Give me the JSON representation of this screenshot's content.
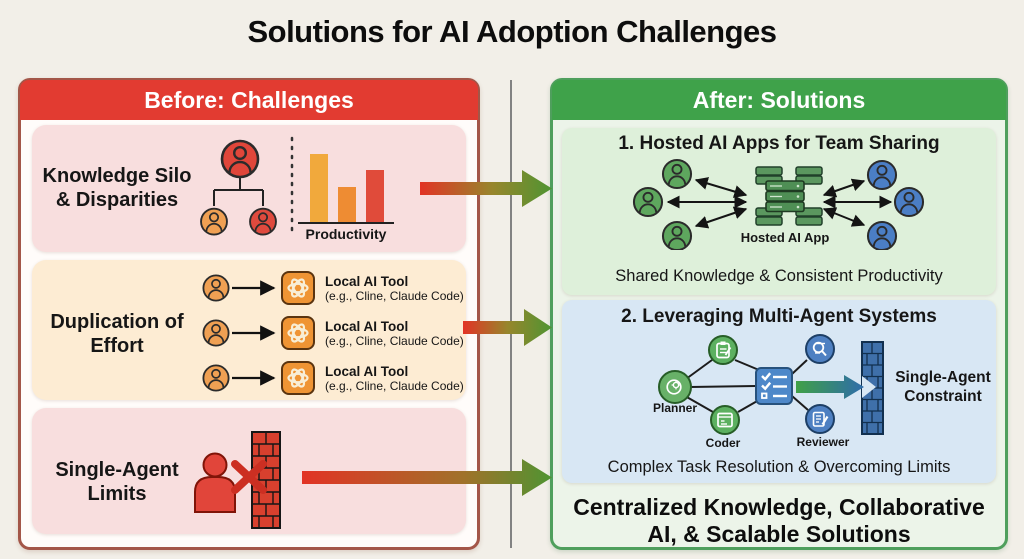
{
  "title": "Solutions for AI Adoption Challenges",
  "before": {
    "header": "Before: Challenges",
    "knowledge_silo": {
      "label_line1": "Knowledge Silo",
      "label_line2": "& Disparities",
      "chart_caption": "Productivity",
      "bar_heights_pct": [
        95,
        50,
        72
      ]
    },
    "duplication": {
      "label_line1": "Duplication of",
      "label_line2": "Effort",
      "rows": [
        {
          "tool": "Local AI Tool",
          "example": "(e.g., Cline, Claude Code)"
        },
        {
          "tool": "Local AI Tool",
          "example": "(e.g., Cline, Claude Code)"
        },
        {
          "tool": "Local AI Tool",
          "example": "(e.g., Cline, Claude Code)"
        }
      ]
    },
    "single_agent": {
      "label_line1": "Single-Agent",
      "label_line2": "Limits"
    }
  },
  "after": {
    "header": "After: Solutions",
    "hosted": {
      "title": "1. Hosted AI Apps for Team Sharing",
      "hub_label": "Hosted AI App",
      "caption": "Shared Knowledge & Consistent Productivity"
    },
    "multi_agent": {
      "title": "2. Leveraging Multi-Agent Systems",
      "planner": "Planner",
      "coder": "Coder",
      "reviewer": "Reviewer",
      "constraint_line1": "Single-Agent",
      "constraint_line2": "Constraint",
      "caption": "Complex Task Resolution & Overcoming Limits"
    },
    "footer_line1": "Centralized Knowledge, Collaborative",
    "footer_line2": "AI, & Scalable Solutions"
  },
  "icons": {
    "user-avatar-icon": "person in filled circle",
    "org-tree-icon": "one manager linked to two users",
    "bar-chart-icon": "three bars, descending productivity",
    "ai-tool-icon": "knot glyph in orange rounded square",
    "arrow-right-icon": "black arrow",
    "blocked-x-icon": "red cross",
    "brick-wall-red-icon": "red brick wall",
    "server-cluster-icon": "green server stack hub",
    "double-arrow-icon": "two-headed black arrow",
    "checklist-card-icon": "blue card with white checklist",
    "planner-icon": "head with gear",
    "clipboard-icon": "clipboard with pencil",
    "code-window-icon": "code editor window",
    "doc-search-icon": "document with magnifier",
    "doc-edit-icon": "document with pencil",
    "brick-wall-blue-icon": "blue brick wall with crack",
    "transform-arrow-icon": "red-to-green gradient arrow"
  },
  "colors": {
    "page_bg": "#f2efe8",
    "before_header_bg": "#e23b31",
    "before_border": "#a35648",
    "section_pink": "#f8dede",
    "section_peach": "#fdecd3",
    "after_header_bg": "#3fa24a",
    "after_border": "#4f9f5d",
    "after_bg": "#ecf4e9",
    "section_green": "#def0da",
    "section_blue": "#d8e7f4",
    "bar_colors": [
      "#f1a93c",
      "#ee8c33",
      "#e04b3a"
    ],
    "arrow_gradient": [
      "#e23325",
      "#4f9432"
    ]
  }
}
